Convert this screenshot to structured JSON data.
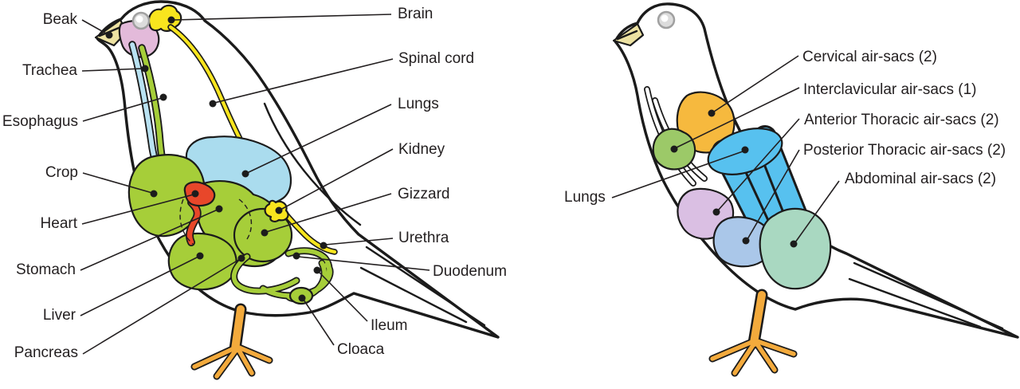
{
  "colors": {
    "ink": "#231f20",
    "paper": "#ffffff",
    "yellow": "#f8e51e",
    "green": "#a6ce39",
    "lung_left": "#aadcee",
    "trachea_blue": "#b9e2f2",
    "heart_red": "#e8472a",
    "mouth_pink": "#e3bada",
    "beak_yellow": "#ede2a2",
    "leg_orange": "#f3aa3c",
    "eye_gray": "#a0a0a0",
    "sac_orange": "#f6b93e",
    "sac_green": "#9cc968",
    "lung_right": "#57c1ef",
    "sac_lavender": "#dabfe3",
    "sac_periwinkle": "#aac7e9",
    "sac_mint": "#a9d8c1"
  },
  "left_bird": {
    "labels": {
      "beak": "Beak",
      "trachea": "Trachea",
      "esophagus": "Esophagus",
      "crop": "Crop",
      "heart": "Heart",
      "stomach": "Stomach",
      "liver": "Liver",
      "pancreas": "Pancreas",
      "brain": "Brain",
      "spinal_cord": "Spinal cord",
      "lungs": "Lungs",
      "kidney": "Kidney",
      "gizzard": "Gizzard",
      "urethra": "Urethra",
      "duodenum": "Duodenum",
      "ileum": "Ileum",
      "cloaca": "Cloaca"
    }
  },
  "right_bird": {
    "labels": {
      "cervical": "Cervical air-sacs (2)",
      "interclavicular": "Interclavicular air-sacs (1)",
      "anterior_thoracic": "Anterior Thoracic air-sacs (2)",
      "posterior_thoracic": "Posterior Thoracic air-sacs (2)",
      "abdominal": "Abdominal air-sacs (2)",
      "lungs": "Lungs"
    }
  }
}
